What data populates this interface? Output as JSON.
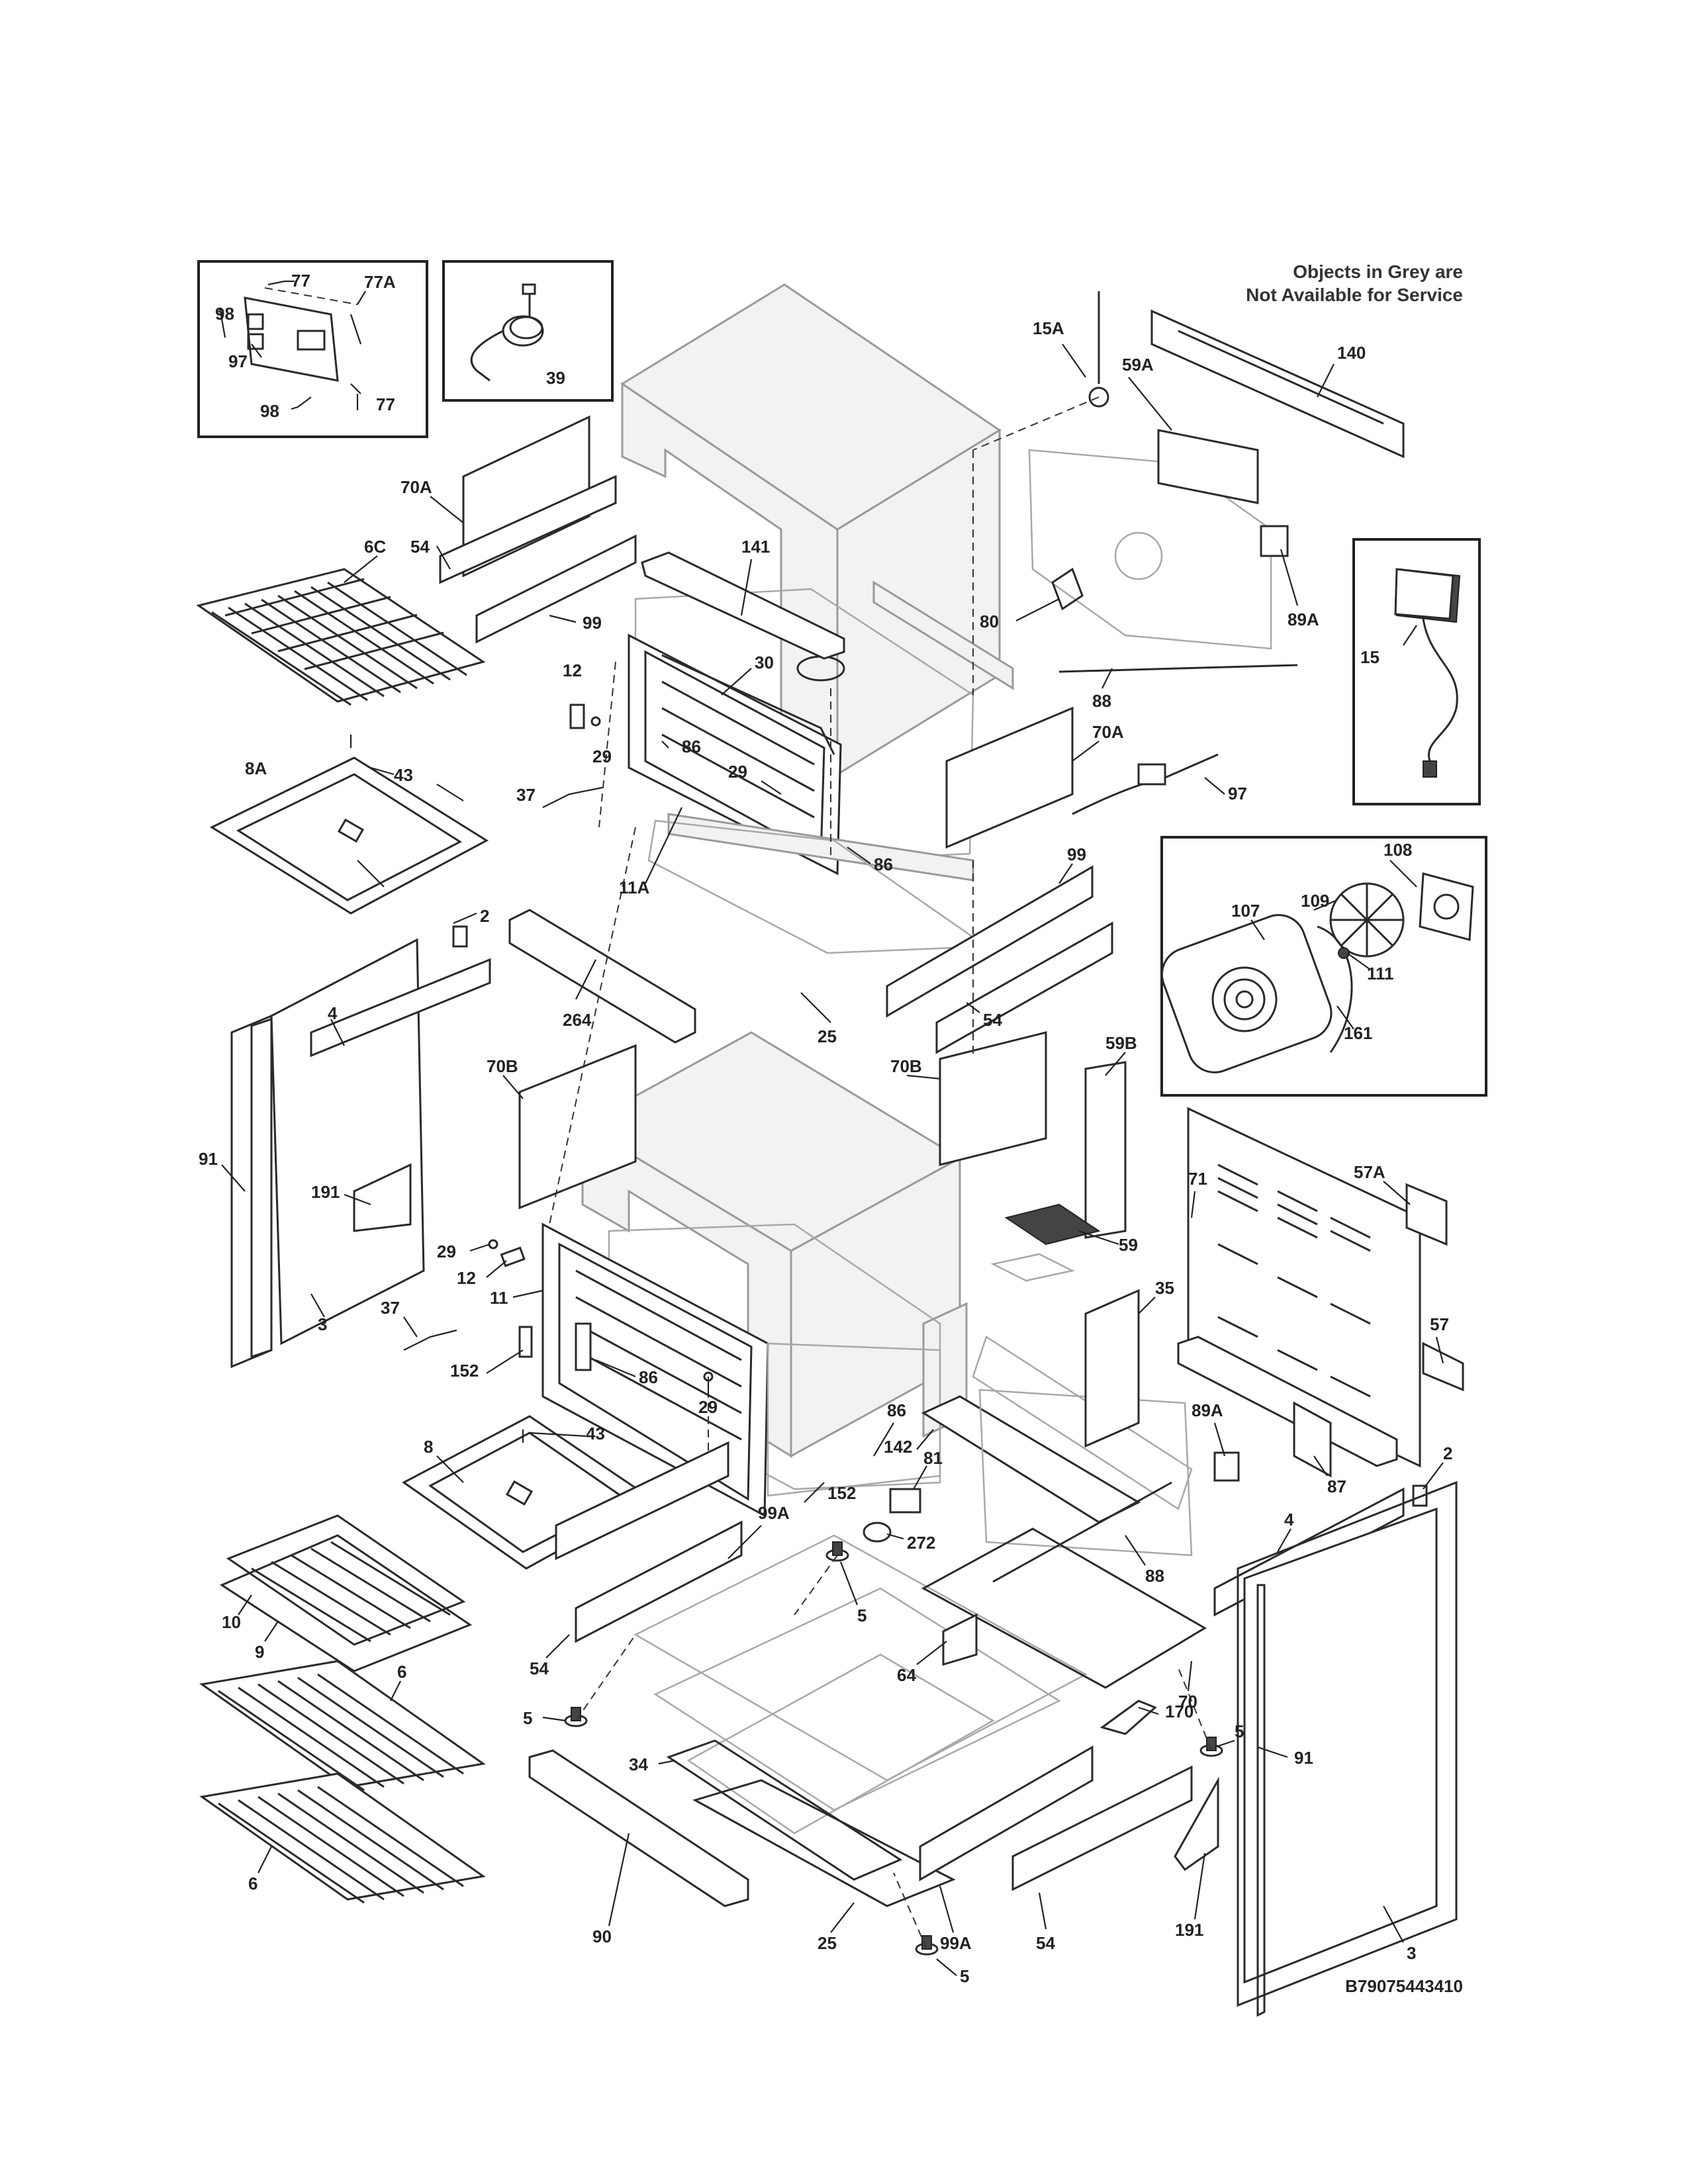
{
  "note": {
    "line1": "Objects in Grey are",
    "line2": "Not Available for Service"
  },
  "diagram_code": "B79075443410",
  "callouts": [
    {
      "id": "c77a",
      "text": "77"
    },
    {
      "id": "c77b",
      "text": "77A"
    },
    {
      "id": "c98a",
      "text": "98"
    },
    {
      "id": "c97a",
      "text": "97"
    },
    {
      "id": "c98b",
      "text": "98"
    },
    {
      "id": "c77c",
      "text": "77"
    },
    {
      "id": "c39",
      "text": "39"
    },
    {
      "id": "c70a1",
      "text": "70A"
    },
    {
      "id": "c54a",
      "text": "54"
    },
    {
      "id": "c6c",
      "text": "6C"
    },
    {
      "id": "c99a",
      "text": "99"
    },
    {
      "id": "c141",
      "text": "141"
    },
    {
      "id": "c30",
      "text": "30"
    },
    {
      "id": "c12a",
      "text": "12"
    },
    {
      "id": "c29a",
      "text": "29"
    },
    {
      "id": "c86a",
      "text": "86"
    },
    {
      "id": "c29b",
      "text": "29"
    },
    {
      "id": "c8a",
      "text": "8A"
    },
    {
      "id": "c43a",
      "text": "43"
    },
    {
      "id": "c37a",
      "text": "37"
    },
    {
      "id": "c11a",
      "text": "11A"
    },
    {
      "id": "c86b",
      "text": "86"
    },
    {
      "id": "c2a",
      "text": "2"
    },
    {
      "id": "c264",
      "text": "264"
    },
    {
      "id": "c4a",
      "text": "4"
    },
    {
      "id": "c15a",
      "text": "15A"
    },
    {
      "id": "c59a",
      "text": "59A"
    },
    {
      "id": "c140",
      "text": "140"
    },
    {
      "id": "c80",
      "text": "80"
    },
    {
      "id": "c89a1",
      "text": "89A"
    },
    {
      "id": "c88a",
      "text": "88"
    },
    {
      "id": "c15",
      "text": "15"
    },
    {
      "id": "c70a2",
      "text": "70A"
    },
    {
      "id": "c97b",
      "text": "97"
    },
    {
      "id": "c99b",
      "text": "99"
    },
    {
      "id": "c54b",
      "text": "54"
    },
    {
      "id": "c25a",
      "text": "25"
    },
    {
      "id": "c108",
      "text": "108"
    },
    {
      "id": "c109",
      "text": "109"
    },
    {
      "id": "c107",
      "text": "107"
    },
    {
      "id": "c111",
      "text": "111"
    },
    {
      "id": "c161",
      "text": "161"
    },
    {
      "id": "c59b",
      "text": "59B"
    },
    {
      "id": "c70b1",
      "text": "70B"
    },
    {
      "id": "c70b2",
      "text": "70B"
    },
    {
      "id": "c91a",
      "text": "91"
    },
    {
      "id": "c191a",
      "text": "191"
    },
    {
      "id": "c3a",
      "text": "3"
    },
    {
      "id": "c29c",
      "text": "29"
    },
    {
      "id": "c12b",
      "text": "12"
    },
    {
      "id": "c11",
      "text": "11"
    },
    {
      "id": "c37b",
      "text": "37"
    },
    {
      "id": "c152a",
      "text": "152"
    },
    {
      "id": "c86c",
      "text": "86"
    },
    {
      "id": "c29d",
      "text": "29"
    },
    {
      "id": "c59",
      "text": "59"
    },
    {
      "id": "c71",
      "text": "71"
    },
    {
      "id": "c57a",
      "text": "57A"
    },
    {
      "id": "c35",
      "text": "35"
    },
    {
      "id": "c57",
      "text": "57"
    },
    {
      "id": "c8",
      "text": "8"
    },
    {
      "id": "c43b",
      "text": "43"
    },
    {
      "id": "c86d",
      "text": "86"
    },
    {
      "id": "c142",
      "text": "142"
    },
    {
      "id": "c81",
      "text": "81"
    },
    {
      "id": "c152b",
      "text": "152"
    },
    {
      "id": "c89a2",
      "text": "89A"
    },
    {
      "id": "c87",
      "text": "87"
    },
    {
      "id": "c2b",
      "text": "2"
    },
    {
      "id": "c272",
      "text": "272"
    },
    {
      "id": "c88b",
      "text": "88"
    },
    {
      "id": "c4b",
      "text": "4"
    },
    {
      "id": "c99a1",
      "text": "99A"
    },
    {
      "id": "c5a",
      "text": "5"
    },
    {
      "id": "c10",
      "text": "10"
    },
    {
      "id": "c9",
      "text": "9"
    },
    {
      "id": "c54c",
      "text": "54"
    },
    {
      "id": "c64",
      "text": "64"
    },
    {
      "id": "c70",
      "text": "70"
    },
    {
      "id": "c6a",
      "text": "6"
    },
    {
      "id": "c5b",
      "text": "5"
    },
    {
      "id": "c170",
      "text": "170"
    },
    {
      "id": "c5c",
      "text": "5"
    },
    {
      "id": "c91b",
      "text": "91"
    },
    {
      "id": "c34",
      "text": "34"
    },
    {
      "id": "c6b",
      "text": "6"
    },
    {
      "id": "c90",
      "text": "90"
    },
    {
      "id": "c191b",
      "text": "191"
    },
    {
      "id": "c25b",
      "text": "25"
    },
    {
      "id": "c99a2",
      "text": "99A"
    },
    {
      "id": "c54d",
      "text": "54"
    },
    {
      "id": "c3b",
      "text": "3"
    },
    {
      "id": "c5d",
      "text": "5"
    }
  ]
}
